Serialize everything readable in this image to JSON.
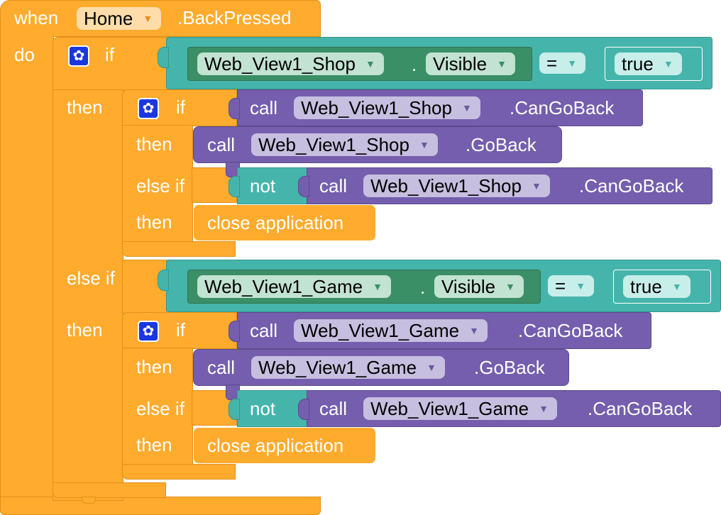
{
  "event": {
    "when_label": "when",
    "component": "Home",
    "event_name": ".BackPressed",
    "do_label": "do"
  },
  "labels": {
    "if": "if",
    "then": "then",
    "else_if": "else if",
    "not": "not",
    "call": "call",
    "close": "close application",
    "dot": ".",
    "eq": "="
  },
  "shop": {
    "view": "Web_View1_Shop",
    "prop": "Visible",
    "value": "true",
    "can_go_back": ".CanGoBack",
    "go_back": ".GoBack"
  },
  "game": {
    "view": "Web_View1_Game",
    "prop": "Visible",
    "value": "true",
    "can_go_back": ".CanGoBack",
    "go_back": ".GoBack"
  },
  "colors": {
    "control": "#FFAB2E",
    "component": "#745EAD",
    "logic": "#45B5AC",
    "getter": "#3A8F66"
  }
}
